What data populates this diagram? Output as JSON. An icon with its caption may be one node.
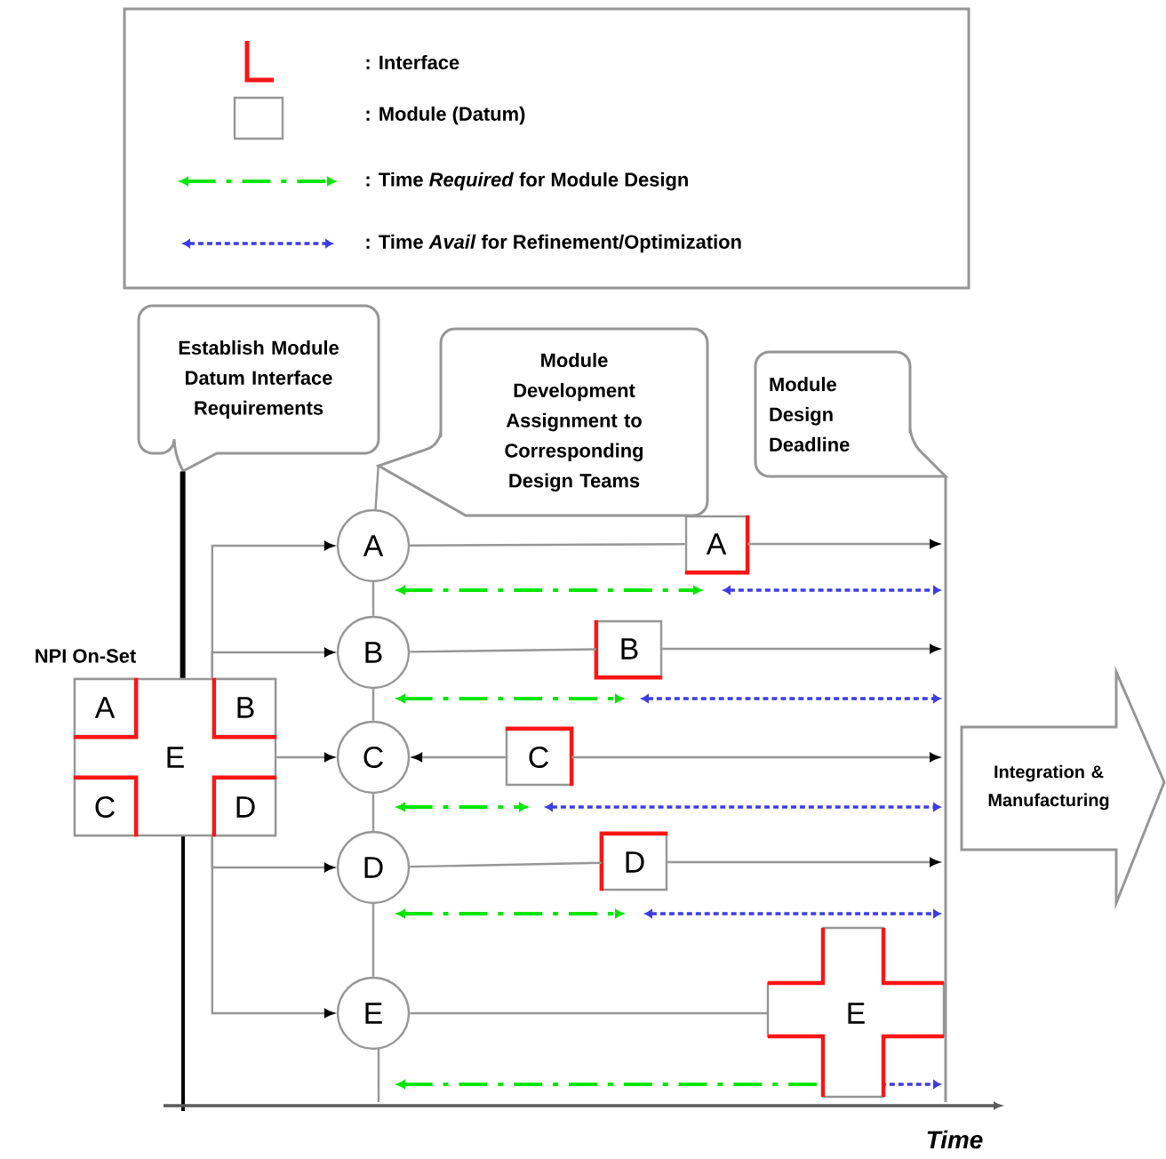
{
  "diagram": {
    "nodes": [
      {
        "text": [
          "Establish Module Datum Interface Requirements"
        ]
      },
      {
        "text": [
          "Module Development Assignment to Corresponding Design Teams"
        ]
      },
      {
        "text": [
          "Module Design Deadline"
        ]
      },
      {
        "text": [
          "E"
        ],
        "beside": [
          "NPI On-Set"
        ]
      },
      {
        "text": [
          "A"
        ],
        "in": 3
      },
      {
        "text": [
          "B"
        ],
        "in": 3
      },
      {
        "text": [
          "C"
        ],
        "in": 3
      },
      {
        "text": [
          "D"
        ],
        "in": 3
      },
      {
        "text": [
          "A"
        ]
      },
      {
        "text": [
          "B"
        ]
      },
      {
        "text": [
          "C"
        ]
      },
      {
        "text": [
          "D"
        ]
      },
      {
        "text": [
          "E"
        ]
      },
      {
        "text": [
          "A"
        ]
      },
      {
        "text": [
          "B"
        ]
      },
      {
        "text": [
          "C"
        ]
      },
      {
        "text": [
          "D"
        ]
      },
      {
        "text": [
          "E"
        ]
      },
      {
        "text": [
          "Integration & Manufacturing"
        ]
      }
    ],
    "edges": [
      {
        "from": 0,
        "to": 3,
        "arrow": "none",
        "style": "thick",
        "color": "#000000"
      },
      {
        "from": 3,
        "to": 8,
        "arrow": "to"
      },
      {
        "from": 3,
        "to": 9,
        "arrow": "to"
      },
      {
        "from": 3,
        "to": 10,
        "arrow": "to"
      },
      {
        "from": 3,
        "to": 11,
        "arrow": "to"
      },
      {
        "from": 3,
        "to": 12,
        "arrow": "to"
      },
      {
        "from": 1,
        "to": 8,
        "arrow": "none"
      },
      {
        "from": 8,
        "to": 9,
        "arrow": "none"
      },
      {
        "from": 9,
        "to": 10,
        "arrow": "none"
      },
      {
        "from": 10,
        "to": 11,
        "arrow": "none"
      },
      {
        "from": 11,
        "to": 12,
        "arrow": "none"
      },
      {
        "from": 8,
        "to": 13,
        "arrow": "none"
      },
      {
        "from": 9,
        "to": 14,
        "arrow": "none"
      },
      {
        "from": 15,
        "to": 10,
        "arrow": "to"
      },
      {
        "from": 11,
        "to": 16,
        "arrow": "none"
      },
      {
        "from": 12,
        "to": 17,
        "arrow": "none"
      },
      {
        "from": 13,
        "to": null,
        "arrow": "to"
      },
      {
        "from": 14,
        "to": null,
        "arrow": "to"
      },
      {
        "from": 15,
        "to": null,
        "arrow": "to"
      },
      {
        "from": 16,
        "to": null,
        "arrow": "to"
      }
    ],
    "labels": [
      "Time"
    ],
    "legend": [
      {
        "text": ": Interface"
      },
      {
        "text": ": Module (Datum)"
      },
      {
        "text": ": Time *Required* for Module Design"
      },
      {
        "text": ": Time *Avail* for Refinement/Optimization"
      }
    ]
  }
}
